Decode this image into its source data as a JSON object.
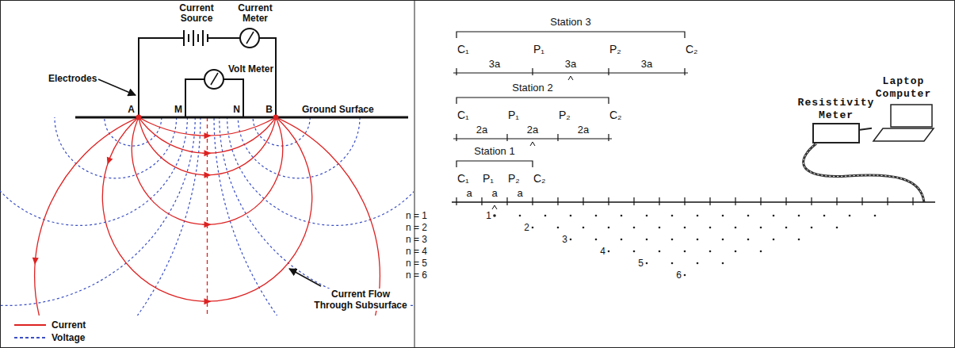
{
  "diagram": {
    "nodes": [
      {
        "text": [
          "Resistivity Meter"
        ]
      },
      {
        "text": [
          "Laptop Computer"
        ]
      }
    ],
    "edges": [
      {
        "from": 0,
        "to": 1,
        "arrow": "none"
      }
    ],
    "labels": [
      "Current Source",
      "Current Meter",
      "Electrodes",
      "Volt Meter",
      "A",
      "M",
      "N",
      "B",
      "Ground Surface",
      "Current Flow Through Subsurface",
      "Station 3",
      "C₁",
      "3a",
      "P₁",
      "3a",
      "P₂",
      "3a",
      "C₂",
      "Station 2",
      "C₁",
      "2a",
      "P₁",
      "2a",
      "P₂",
      "2a",
      "C₂",
      "Station 1",
      "C₁",
      "P₁",
      "P₂",
      "C₂",
      "a",
      "a",
      "a",
      "n = 1",
      "n = 2",
      "n = 3",
      "n = 4",
      "n = 5",
      "n = 6",
      "1",
      "2",
      "3",
      "4",
      "5",
      "6"
    ],
    "legend": [
      {
        "text": "Current"
      },
      {
        "text": "Voltage"
      }
    ]
  }
}
